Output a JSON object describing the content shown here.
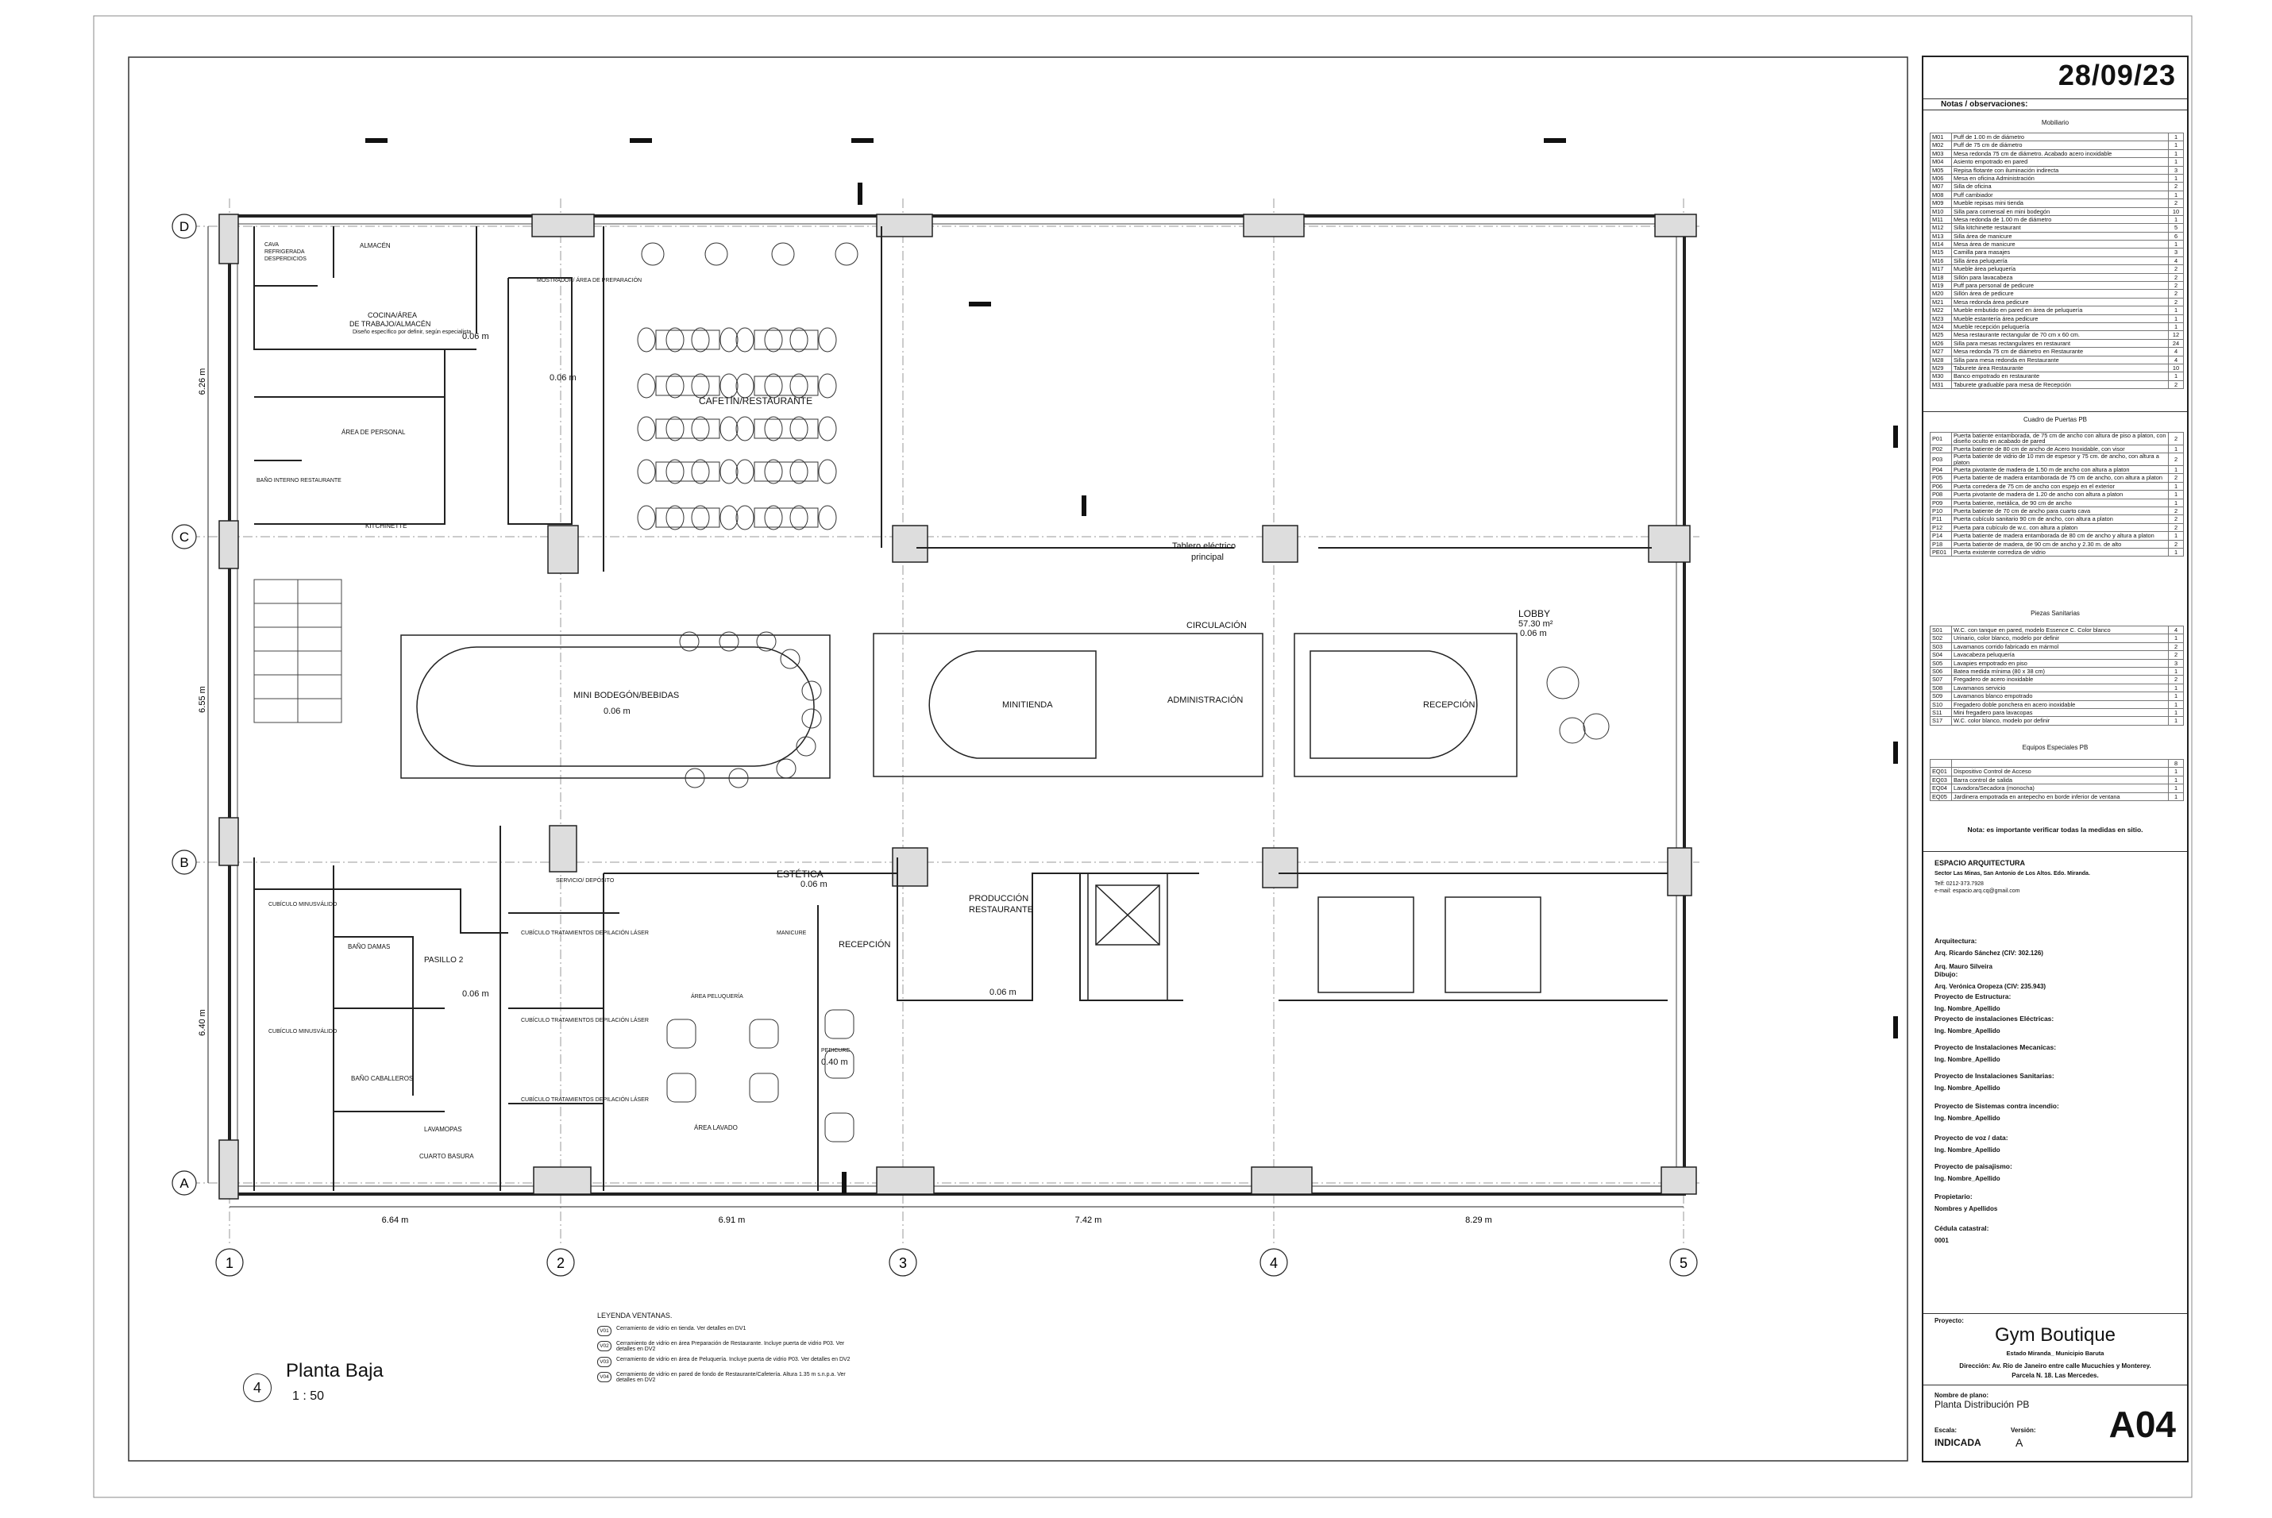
{
  "date": "28/09/23",
  "notes_title": "Notas / observaciones:",
  "furniture": {
    "title": "Mobiliario",
    "rows": [
      {
        "code": "M01",
        "desc": "Puff de 1.00 m de diámetro",
        "qty": "1"
      },
      {
        "code": "M02",
        "desc": "Puff de 75 cm de diámetro",
        "qty": "1"
      },
      {
        "code": "M03",
        "desc": "Mesa redonda 75 cm de diámetro. Acabado acero inoxidable",
        "qty": "1"
      },
      {
        "code": "M04",
        "desc": "Asiento empotrado en pared",
        "qty": "1"
      },
      {
        "code": "M05",
        "desc": "Repisa flotante con iluminación indirecta",
        "qty": "3"
      },
      {
        "code": "M06",
        "desc": "Mesa en oficina Administración",
        "qty": "1"
      },
      {
        "code": "M07",
        "desc": "Silla de oficina",
        "qty": "2"
      },
      {
        "code": "M08",
        "desc": "Puff cambiador",
        "qty": "1"
      },
      {
        "code": "M09",
        "desc": "Mueble repisas mini tienda",
        "qty": "2"
      },
      {
        "code": "M10",
        "desc": "Silla para comensal en mini bodegón",
        "qty": "10"
      },
      {
        "code": "M11",
        "desc": "Mesa redonda de 1.00 m de diámetro",
        "qty": "1"
      },
      {
        "code": "M12",
        "desc": "Silla kitchinette restaurant",
        "qty": "5"
      },
      {
        "code": "M13",
        "desc": "Silla área de manicure",
        "qty": "6"
      },
      {
        "code": "M14",
        "desc": "Mesa área de manicure",
        "qty": "1"
      },
      {
        "code": "M15",
        "desc": "Camilla para masajes",
        "qty": "3"
      },
      {
        "code": "M16",
        "desc": "Silla área peluquería",
        "qty": "4"
      },
      {
        "code": "M17",
        "desc": "Mueble área peluquería",
        "qty": "2"
      },
      {
        "code": "M18",
        "desc": "Sillón para lavacabeza",
        "qty": "2"
      },
      {
        "code": "M19",
        "desc": "Puff para personal de pedicure",
        "qty": "2"
      },
      {
        "code": "M20",
        "desc": "Sillón área de pedicure",
        "qty": "2"
      },
      {
        "code": "M21",
        "desc": "Mesa redonda área pedicure",
        "qty": "2"
      },
      {
        "code": "M22",
        "desc": "Mueble embutido en pared en área de peluquería",
        "qty": "1"
      },
      {
        "code": "M23",
        "desc": "Mueble estantería área pedicure",
        "qty": "1"
      },
      {
        "code": "M24",
        "desc": "Mueble recepción peluquería",
        "qty": "1"
      },
      {
        "code": "M25",
        "desc": "Mesa restaurante rectangular de 70 cm x 60 cm.",
        "qty": "12"
      },
      {
        "code": "M26",
        "desc": "Silla para mesas rectangulares en restaurant",
        "qty": "24"
      },
      {
        "code": "M27",
        "desc": "Mesa redonda 75 cm de diámetro en Restaurante",
        "qty": "4"
      },
      {
        "code": "M28",
        "desc": "Silla para mesa redonda en Restaurante",
        "qty": "4"
      },
      {
        "code": "M29",
        "desc": "Taburete área Restaurante",
        "qty": "10"
      },
      {
        "code": "M30",
        "desc": "Banco empotrado en restaurante",
        "qty": "1"
      },
      {
        "code": "M31",
        "desc": "Taburete graduable para mesa de Recepción",
        "qty": "2"
      }
    ]
  },
  "doors": {
    "title": "Cuadro de Puertas PB",
    "rows": [
      {
        "code": "P01",
        "desc": "Puerta batiente entamborada, de 75 cm de ancho con altura de piso a platon, con diseño oculto en acabado de pared",
        "qty": "2"
      },
      {
        "code": "P02",
        "desc": "Puerta batiente de 80 cm de ancho de Acero Inoxidable, con visor",
        "qty": "1"
      },
      {
        "code": "P03",
        "desc": "Puerta batiente de vidrio de 10 mm de espesor y 75 cm. de ancho, con altura a platon",
        "qty": "2"
      },
      {
        "code": "P04",
        "desc": "Puerta pivotante de madera de 1.50 m de ancho con altura a platon",
        "qty": "1"
      },
      {
        "code": "P05",
        "desc": "Puerta batiente de madera entamborada de 75 cm de ancho, con altura a platon",
        "qty": "2"
      },
      {
        "code": "P06",
        "desc": "Puerta corredera de 75 cm de ancho con espejo en el exterior",
        "qty": "1"
      },
      {
        "code": "P08",
        "desc": "Puerta pivotante de madera de 1.20 de ancho con altura a platon",
        "qty": "1"
      },
      {
        "code": "P09",
        "desc": "Puerta batiente, metálica, de 90 cm de ancho",
        "qty": "1"
      },
      {
        "code": "P10",
        "desc": "Puerta batiente de 70 cm de ancho para cuarto cava",
        "qty": "2"
      },
      {
        "code": "P11",
        "desc": "Puerta cubículo sanitario 90 cm de ancho, con altura a platon",
        "qty": "2"
      },
      {
        "code": "P12",
        "desc": "Puerta para cubículo de w.c. con altura a platon",
        "qty": "2"
      },
      {
        "code": "P14",
        "desc": "Puerta batiente de madera entamborada de 80 cm de ancho y altura a platon",
        "qty": "1"
      },
      {
        "code": "P18",
        "desc": "Puerta batiente de madera, de 90 cm de ancho y 2.30 m. de alto",
        "qty": "2"
      },
      {
        "code": "PE01",
        "desc": "Puerta existente corrediza de vidrio",
        "qty": "1"
      }
    ]
  },
  "sanitary": {
    "title": "Piezas Sanitarias",
    "rows": [
      {
        "code": "S01",
        "desc": "W.C. con tanque en pared, modelo Essence C. Color blanco",
        "qty": "4"
      },
      {
        "code": "S02",
        "desc": "Urinario, color blanco, modelo por definir",
        "qty": "1"
      },
      {
        "code": "S03",
        "desc": "Lavamanos corrido fabricado en mármol",
        "qty": "2"
      },
      {
        "code": "S04",
        "desc": "Lavacabeza peluquería",
        "qty": "2"
      },
      {
        "code": "S05",
        "desc": "Lavapies empotrado en piso",
        "qty": "3"
      },
      {
        "code": "S06",
        "desc": "Batea medida mínima (80 x 38 cm)",
        "qty": "1"
      },
      {
        "code": "S07",
        "desc": "Fregadero de acero inoxidable",
        "qty": "2"
      },
      {
        "code": "S08",
        "desc": "Lavamanos servicio",
        "qty": "1"
      },
      {
        "code": "S09",
        "desc": "Lavamanos blanco empotrado",
        "qty": "1"
      },
      {
        "code": "S10",
        "desc": "Fregadero doble ponchera en acero inoxidable",
        "qty": "1"
      },
      {
        "code": "S11",
        "desc": "Mini fregadero para lavacopas",
        "qty": "1"
      },
      {
        "code": "S17",
        "desc": "W.C. color blanco, modelo por definir",
        "qty": "1"
      }
    ]
  },
  "equipment": {
    "title": "Equipos Especiales PB",
    "rows": [
      {
        "code": "",
        "desc": "",
        "qty": "8"
      },
      {
        "code": "EQ01",
        "desc": "Dispositivo Control de Acceso",
        "qty": "1"
      },
      {
        "code": "EQ03",
        "desc": "Barra control de salida",
        "qty": "1"
      },
      {
        "code": "EQ04",
        "desc": "Lavadora/Secadora (monocha)",
        "qty": "1"
      },
      {
        "code": "EQ05",
        "desc": "Jardinera empotrada en antepecho en borde inferior de ventana",
        "qty": "1"
      }
    ]
  },
  "warning": "Nota: es importante verificar todas la medidas en sitio.",
  "office": {
    "name": "ESPACIO ARQUITECTURA",
    "address": "Sector Las Minas, San Antonio de Los Altos. Edo. Miranda.",
    "phone": "Telf: 0212-373.7928",
    "email": "e-mail: espacio.arq.cq@gmail.com"
  },
  "credits": [
    {
      "label": "Arquitectura:",
      "value": "Arq. Ricardo Sánchez (CIV: 302.126)",
      "value2": "Arq. Mauro Silveira"
    },
    {
      "label": "Dibujo:",
      "value": "Arq. Verónica Oropeza (CIV: 235.943)",
      "value2": ""
    },
    {
      "label": "Proyecto de Estructura:",
      "value": "Ing. Nombre_Apellido",
      "value2": ""
    },
    {
      "label": "Proyecto de instalaciones Eléctricas:",
      "value": "Ing. Nombre_Apellido",
      "value2": ""
    },
    {
      "label": "Proyecto de Instalaciones Mecanicas:",
      "value": "Ing. Nombre_Apellido",
      "value2": ""
    },
    {
      "label": "Proyecto de Instalaciones Sanitarias:",
      "value": "Ing. Nombre_Apellido",
      "value2": ""
    },
    {
      "label": "Proyecto de Sistemas contra incendio:",
      "value": "Ing. Nombre_Apellido",
      "value2": ""
    },
    {
      "label": "Proyecto de voz / data:",
      "value": "Ing. Nombre_Apellido",
      "value2": ""
    },
    {
      "label": "Proyecto de paisajismo:",
      "value": "Ing. Nombre_Apellido",
      "value2": ""
    },
    {
      "label": "Propietario:",
      "value": "Nombres y Apellidos",
      "value2": ""
    },
    {
      "label": "Cédula catastral:",
      "value": "0001",
      "value2": ""
    }
  ],
  "project": {
    "label": "Proyecto:",
    "name": "Gym Boutique",
    "state": "Estado Miranda_ Municipio Baruta",
    "address": "Dirección: Av. Río de Janeiro entre calle Mucuchíes y Monterey.",
    "parcel": "Parcela N. 18. Las Mercedes."
  },
  "sheet": {
    "plan_label": "Nombre de plano:",
    "plan_name": "Planta Distribución PB",
    "scale_label": "Escala:",
    "scale_value": "INDICADA",
    "version_label": "Versión:",
    "version_value": "A",
    "number": "A04"
  },
  "plan": {
    "title": "Planta Baja",
    "scale": "1 : 50",
    "number": "4"
  },
  "legend": {
    "title": "LEYENDA VENTANAS.",
    "items": [
      {
        "code": "V01",
        "text": "Cerramiento de vidrio en tienda. Ver detalles en DV1"
      },
      {
        "code": "V02",
        "text": "Cerramiento de vidrio en área Preparación de Restaurante. Incluye puerta de vidrio P03. Ver detalles en DV2"
      },
      {
        "code": "V03",
        "text": "Cerramiento de vidrio en área de Peluquería. Incluye puerta de vidrio P03. Ver detalles en DV2"
      },
      {
        "code": "V04",
        "text": "Cerramiento de vidrio en pared de fondo de Restaurante/Cafetería. Altura 1.35 m s.n.p.a. Ver detalles en DV2"
      }
    ]
  },
  "grid": {
    "rows": [
      "D",
      "C",
      "B",
      "A"
    ],
    "cols": [
      "1",
      "2",
      "3",
      "4",
      "5"
    ],
    "col_dims": [
      "6.64 m",
      "6.91 m",
      "7.42 m",
      "8.29 m"
    ],
    "row_dims": [
      "6.26 m",
      "6.55 m",
      "6.40 m"
    ]
  },
  "rooms": [
    {
      "id": "cava",
      "text": "CAVA"
    },
    {
      "id": "cava2",
      "text": "REFRIGERADA"
    },
    {
      "id": "cava3",
      "text": "DESPERDICIOS"
    },
    {
      "id": "almacen",
      "text": "ALMACÉN"
    },
    {
      "id": "cocina",
      "text": "COCINA/ÁREA"
    },
    {
      "id": "cocina2",
      "text": "DE TRABAJO/ALMACÉN"
    },
    {
      "id": "kitchinette",
      "text": "KITCHINETTE"
    },
    {
      "id": "personal",
      "text": "ÁREA DE PERSONAL"
    },
    {
      "id": "bano_int",
      "text": "BAÑO INTERNO RESTAURANTE"
    },
    {
      "id": "mostrador",
      "text": "MOSTRADOR/ ÁREA DE PREPARACIÓN"
    },
    {
      "id": "cafetin",
      "text": "CAFETÍN/RESTAURANTE"
    },
    {
      "id": "tablero",
      "text": "Tablero eléctrico"
    },
    {
      "id": "tablero2",
      "text": "principal"
    },
    {
      "id": "circulacion",
      "text": "CIRCULACIÓN"
    },
    {
      "id": "lobby",
      "text": "LOBBY"
    },
    {
      "id": "lobby_area",
      "text": "57.30 m²"
    },
    {
      "id": "minibodegon",
      "text": "MINI BODEGÓN/BEBIDAS"
    },
    {
      "id": "minitienda",
      "text": "MINITIENDA"
    },
    {
      "id": "administracion",
      "text": "ADMINISTRACIÓN"
    },
    {
      "id": "recepcion",
      "text": "RECEPCIÓN"
    },
    {
      "id": "estetica",
      "text": "ESTÉTICA"
    },
    {
      "id": "produccion",
      "text": "PRODUCCIÓN"
    },
    {
      "id": "produccion2",
      "text": "RESTAURANTE"
    },
    {
      "id": "recepcion2",
      "text": "RECEPCIÓN"
    },
    {
      "id": "manicure",
      "text": "MANICURE"
    },
    {
      "id": "peluqueria",
      "text": "ÁREA PELUQUERÍA"
    },
    {
      "id": "lavado",
      "text": "ÁREA LAVADO"
    },
    {
      "id": "pedicure",
      "text": "PEDICURE"
    },
    {
      "id": "pasillo",
      "text": "PASILLO 2"
    },
    {
      "id": "bano_damas",
      "text": "BAÑO DAMAS"
    },
    {
      "id": "bano_cab",
      "text": "BAÑO CABALLEROS"
    },
    {
      "id": "cub1",
      "text": "CUBÍCULO MINUSVÁLIDO"
    },
    {
      "id": "cub2",
      "text": "CUBÍCULO MINUSVÁLIDO"
    },
    {
      "id": "lavamopas",
      "text": "LAVAMOPAS"
    },
    {
      "id": "basura",
      "text": "CUARTO BASURA"
    },
    {
      "id": "servicio",
      "text": "SERVICIO/ DEPÓSITO"
    },
    {
      "id": "t1",
      "text": "CUBÍCULO TRATAMIENTOS DEPILACIÓN LÁSER"
    },
    {
      "id": "t2",
      "text": "CUBÍCULO TRATAMIENTOS DEPILACIÓN LÁSER"
    },
    {
      "id": "t3",
      "text": "CUBÍCULO TRATAMIENTOS DEPILACIÓN LÁSER"
    },
    {
      "id": "diseno",
      "text": "Diseño específico por definir, según especialista"
    }
  ],
  "levels": [
    "0.06 m",
    "0.06 m",
    "0.06 m",
    "0.06 m",
    "0.06 m",
    "0.40 m",
    "0.06 m",
    "0.06 m"
  ]
}
